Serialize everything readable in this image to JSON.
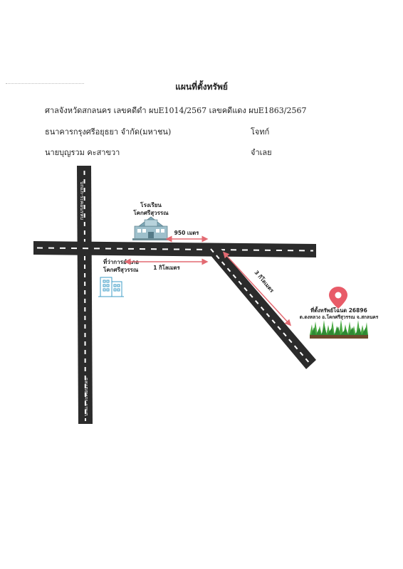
{
  "header": {
    "title": "แผนที่ตั้งทรัพย์",
    "court_line": "ศาลจังหวัดสกลนคร เลขคดีดำ ผบE1014/2567 เลขคดีแดง ผบE1863/2567",
    "plaintiff_name": "ธนาคารกรุงศรีอยุธยา จำกัด(มหาชน)",
    "plaintiff_role": "โจทก์",
    "defendant_name": "นายบุญรวม คะสาขวา",
    "defendant_role": "จำเลย"
  },
  "map": {
    "road_north": "บกแก-ระคอนรหบ",
    "road_south": "บกแก-ระคอนรหบ",
    "school_label": [
      "โรงเรียน",
      "โคกศรีสุวรรณ"
    ],
    "district_office_label": [
      "ที่ว่าการอำเภอ",
      "โคกศรีสุวรรณ"
    ],
    "distance_school": "950 เมตร",
    "distance_district": "1 กิโลเมตร",
    "distance_diagonal": "3 กิโลเมตร",
    "property_label": [
      "ที่ตั้งทรัพย์โฉนด 26896",
      "ต.ดงหลวง อ.โคกศรีสุวรรณ จ.สกลนคร"
    ],
    "colors": {
      "road": "#2b2b2b",
      "road_dash": "#ffffff",
      "arrow": "#e36a72",
      "pin": "#e85b68",
      "grass": "#4cab45",
      "building": "#7fa9b8",
      "building_outline": "#3f9ec7"
    },
    "icons": [
      "school-building-icon",
      "office-building-icon",
      "location-pin-icon",
      "grass-icon"
    ]
  }
}
